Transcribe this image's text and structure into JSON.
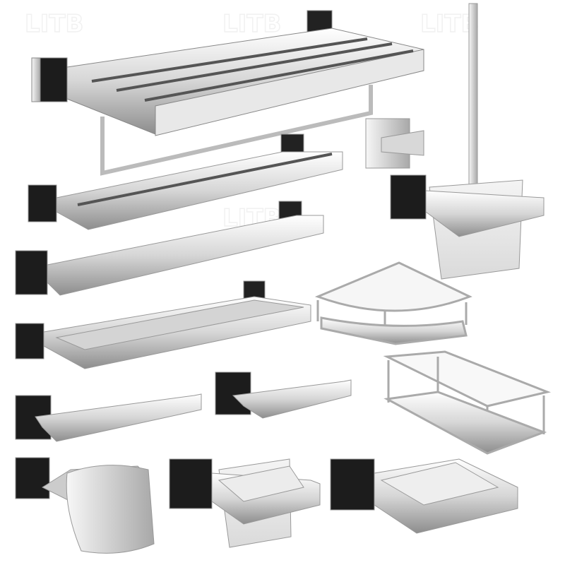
{
  "watermark": "LITB",
  "colors": {
    "background": "#ffffff",
    "chrome_light": "#f4f4f4",
    "chrome_mid": "#b9b9b9",
    "chrome_dark": "#1c1c1c",
    "frosted_glass": "#e6e6e6"
  },
  "products": [
    "towel-rack-shelf",
    "double-towel-bar",
    "single-towel-bar",
    "glass-shelf",
    "short-towel-bar",
    "towel-holder",
    "robe-hook",
    "toilet-brush-holder",
    "corner-basket",
    "rectangular-basket",
    "toilet-paper-holder",
    "tumbler-holder",
    "soap-dish"
  ]
}
